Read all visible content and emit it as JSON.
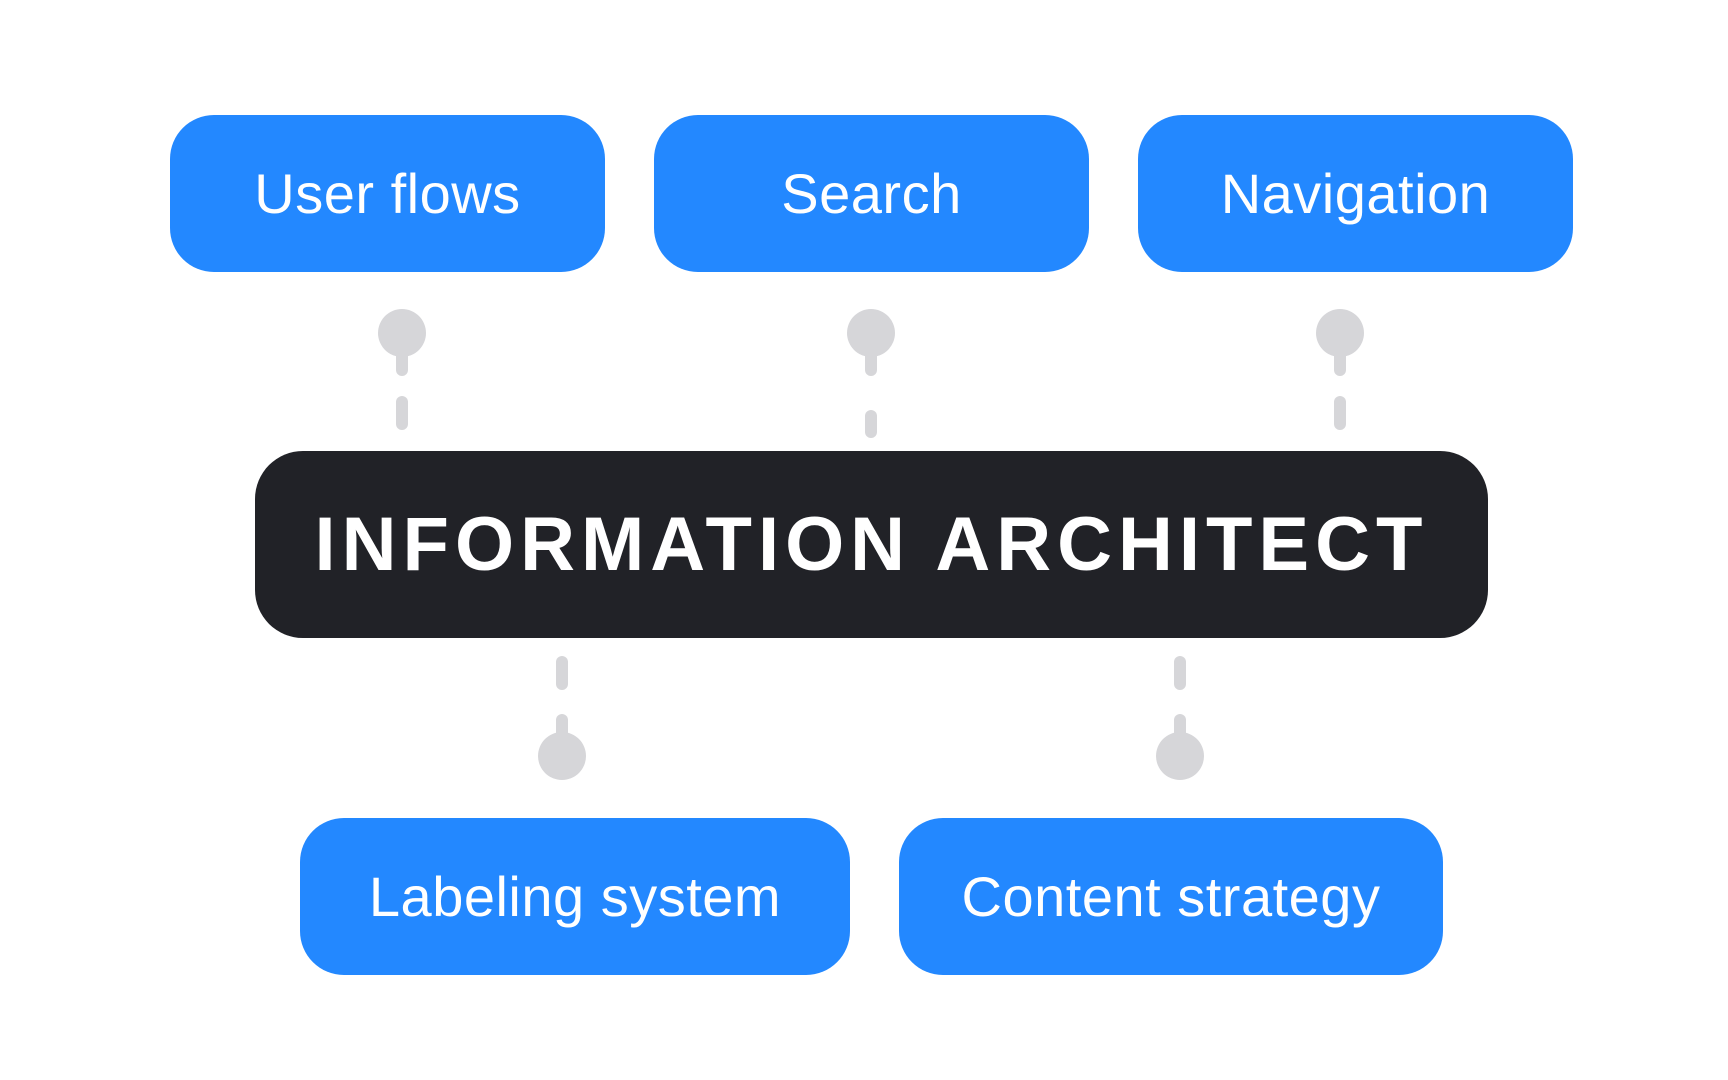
{
  "colors": {
    "accent": "#2388ff",
    "dark": "#212227",
    "connector": "#d6d6d9",
    "background": "#ffffff",
    "text": "#ffffff"
  },
  "center": {
    "label": "INFORMATION ARCHITECT"
  },
  "top_nodes": [
    {
      "label": "User flows"
    },
    {
      "label": "Search"
    },
    {
      "label": "Navigation"
    }
  ],
  "bottom_nodes": [
    {
      "label": "Labeling system"
    },
    {
      "label": "Content strategy"
    }
  ]
}
